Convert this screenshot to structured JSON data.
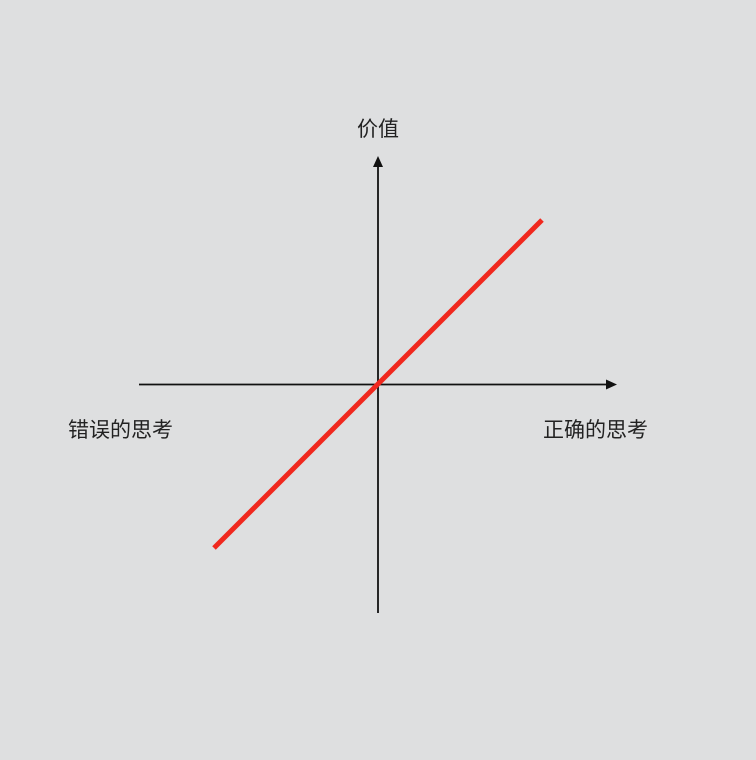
{
  "background_color": "#dedfe0",
  "axis_color": "#111111",
  "trend_line_color": "#f0281e",
  "y_axis": {
    "label": "价值"
  },
  "x_axis": {
    "left_label": "错误的思考",
    "right_label": "正确的思考"
  },
  "trend_line": {
    "direction": "increasing",
    "passes_through_origin": true
  }
}
